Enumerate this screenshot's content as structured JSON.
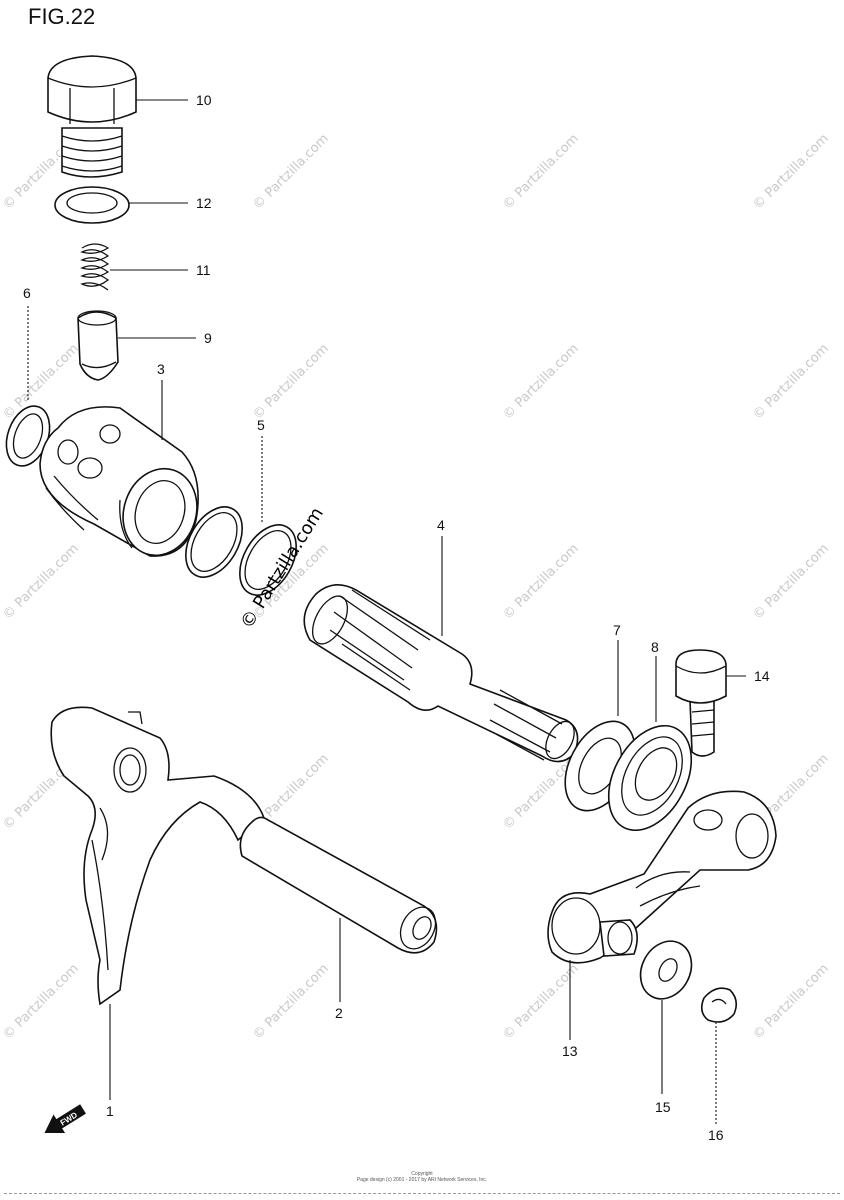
{
  "figure": {
    "title": "FIG.22"
  },
  "watermark": {
    "text": "© Partzilla.com"
  },
  "parts": [
    {
      "num": "1"
    },
    {
      "num": "2"
    },
    {
      "num": "3"
    },
    {
      "num": "4"
    },
    {
      "num": "5"
    },
    {
      "num": "6"
    },
    {
      "num": "7"
    },
    {
      "num": "8"
    },
    {
      "num": "9"
    },
    {
      "num": "10"
    },
    {
      "num": "11"
    },
    {
      "num": "12"
    },
    {
      "num": "13"
    },
    {
      "num": "14"
    },
    {
      "num": "15"
    },
    {
      "num": "16"
    }
  ],
  "fwd_arrow": {
    "label": "FWD",
    "icon": "fwd-arrow-icon"
  },
  "footer": {
    "line1": "Copyright",
    "line2": "Page design (c) 2001 - 2017 by ARI Network Services, Inc."
  }
}
